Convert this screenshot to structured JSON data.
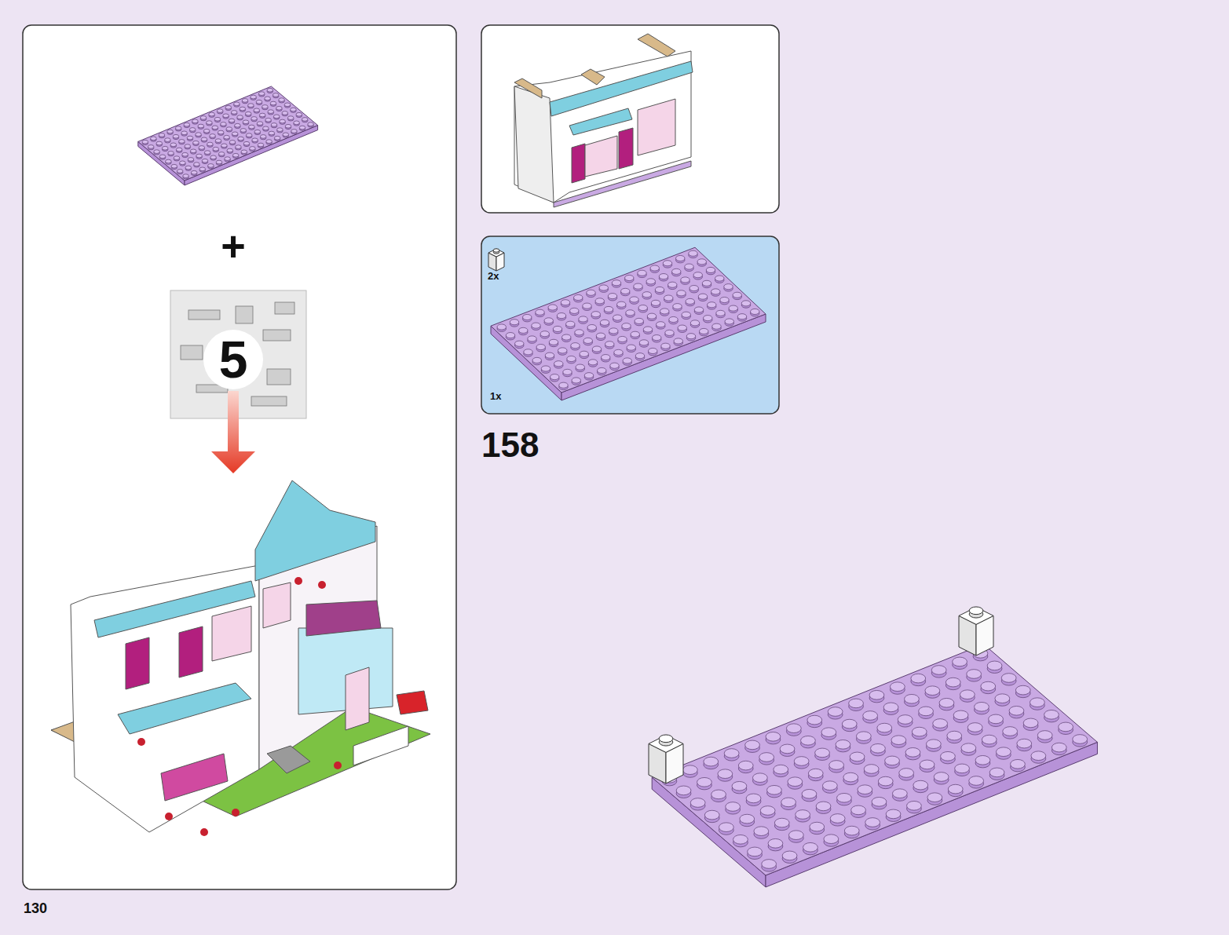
{
  "diagram": {
    "nodes": [
      {
        "text": [
          "+",
          "5"
        ]
      },
      {
        "text": [
          "2x",
          "1x"
        ]
      }
    ],
    "labels": [
      "158",
      "130"
    ]
  }
}
